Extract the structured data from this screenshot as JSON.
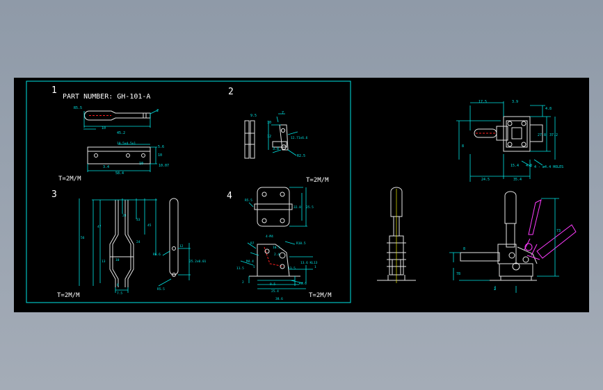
{
  "colors": {
    "background": "#000000",
    "frame": "#00e5e5",
    "outline": "#e6e6e6",
    "dimension": "#00e5e5",
    "hidden": "#ff2020",
    "handle_alt": "#ff3cff",
    "center": "#e8e800"
  },
  "sheet": {
    "title": "PART NUMBER: GH-101-A",
    "views": [
      {
        "num": "1"
      },
      {
        "num": "2"
      },
      {
        "num": "3"
      },
      {
        "num": "4"
      }
    ],
    "thickness": [
      "T=2M/M",
      "T=2M/M",
      "T=2M/M",
      "T=2M/M"
    ]
  },
  "dims": {
    "v1": [
      "R5.5",
      "2",
      "10",
      "45.2",
      "10.5x4.5x1",
      "5.6",
      "10",
      "3.4",
      "58.4",
      "10",
      "10.07"
    ],
    "v2": [
      "7",
      "10",
      "12",
      "12.71x6.6",
      "3.8",
      "R2.5",
      "9.5"
    ],
    "v3": [
      "28",
      "33",
      "47",
      "56",
      "45",
      "10",
      "24",
      "13",
      "8",
      "7.5",
      "R6.6",
      "12",
      "25.2x0.01",
      "R5.5"
    ],
    "v4": [
      "32.8",
      "25.5",
      "4-M4",
      "R5.5",
      "R7",
      "R10.5",
      "10.5",
      "2.4",
      "M4.4",
      "5",
      "9.5",
      "13.5",
      "25.4",
      "38.6",
      "11.5",
      "13.6 KL13",
      "R4.6",
      "1",
      "2"
    ],
    "right_top": [
      "17.5",
      "3.9",
      "4.8",
      "8",
      "27.8",
      "37.2",
      "15.4",
      "4.0",
      "24.5",
      "35.4",
      "4 - ø4.4 HOLES"
    ],
    "right_bottom": [
      "8",
      "73",
      "78",
      "2"
    ]
  }
}
